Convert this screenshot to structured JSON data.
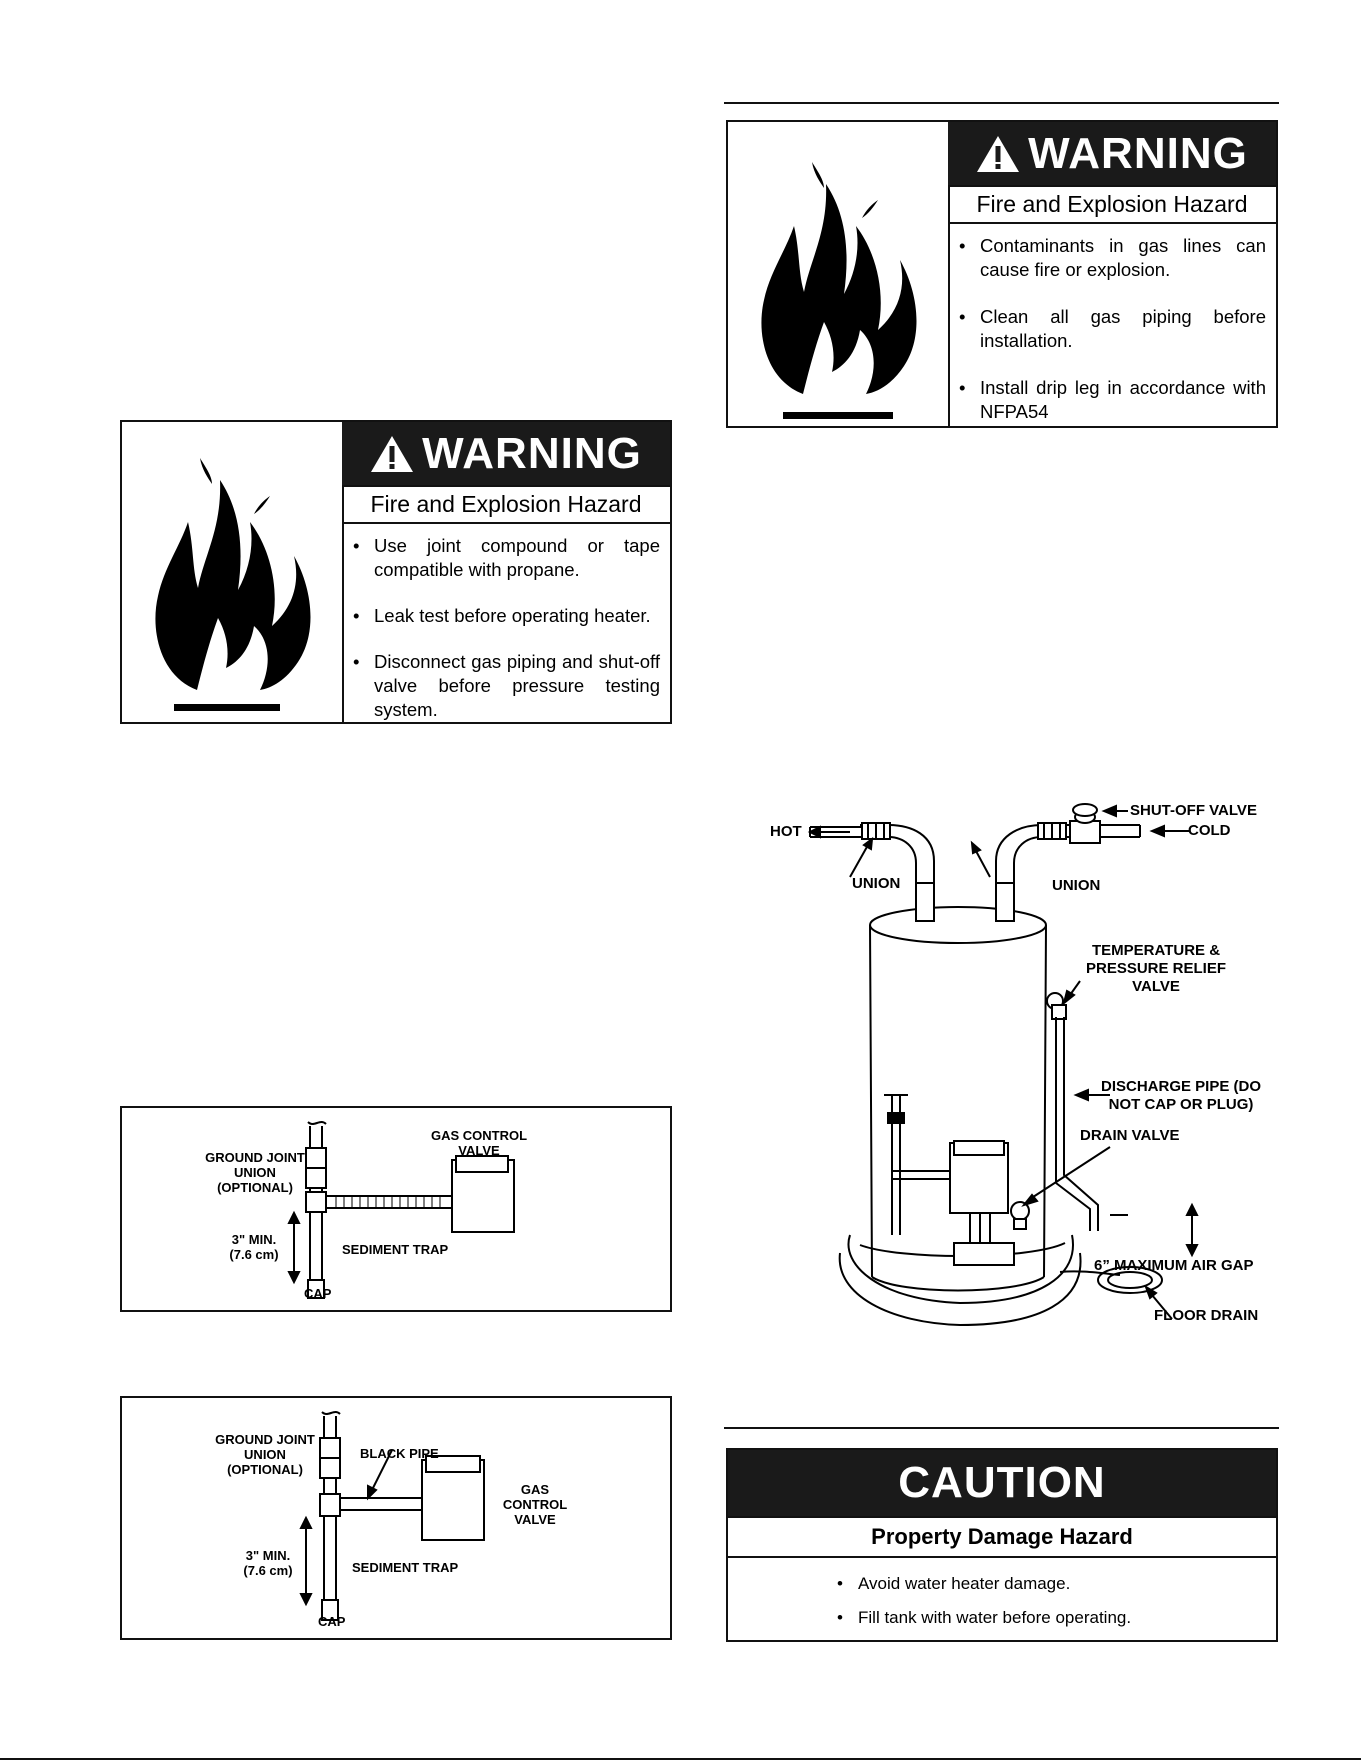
{
  "warning_right": {
    "signal": "WARNING",
    "hazard": "Fire and Explosion Hazard",
    "bullets": [
      "Contaminants in gas lines can cause fire or explosion.",
      "Clean all gas piping before installation.",
      "Install drip leg in accordance with NFPA54"
    ]
  },
  "warning_left": {
    "signal": "WARNING",
    "hazard": "Fire and Explosion Hazard",
    "bullets": [
      "Use joint compound or tape compatible with propane.",
      "Leak test before operating heater.",
      "Disconnect gas piping and shut-off valve before pressure testing system."
    ]
  },
  "heater_diagram": {
    "hot": "HOT",
    "union_left": "UNION",
    "union_right": "UNION",
    "shutoff_valve": "SHUT-OFF VALVE",
    "cold": "COLD",
    "tp_valve": "TEMPERATURE & PRESSURE RELIEF VALVE",
    "discharge_pipe": "DISCHARGE PIPE (DO NOT CAP OR PLUG)",
    "drain_valve": "DRAIN VALVE",
    "air_gap": "6” MAXIMUM AIR GAP",
    "floor_drain": "FLOOR DRAIN"
  },
  "trap_diagram_1": {
    "ground_joint_union": "GROUND JOINT UNION (OPTIONAL)",
    "gas_control_valve": "GAS CONTROL VALVE",
    "min": "3\" MIN. (7.6 cm)",
    "sediment_trap": "SEDIMENT TRAP",
    "cap": "CAP"
  },
  "trap_diagram_2": {
    "ground_joint_union": "GROUND JOINT UNION (OPTIONAL)",
    "black_pipe": "BLACK PIPE",
    "gas_control_valve": "GAS CONTROL VALVE",
    "min": "3\" MIN. (7.6 cm)",
    "sediment_trap": "SEDIMENT TRAP",
    "cap": "CAP"
  },
  "caution": {
    "signal": "CAUTION",
    "hazard": "Property Damage Hazard",
    "bullets": [
      "Avoid water heater damage.",
      "Fill tank with water before operating."
    ]
  }
}
